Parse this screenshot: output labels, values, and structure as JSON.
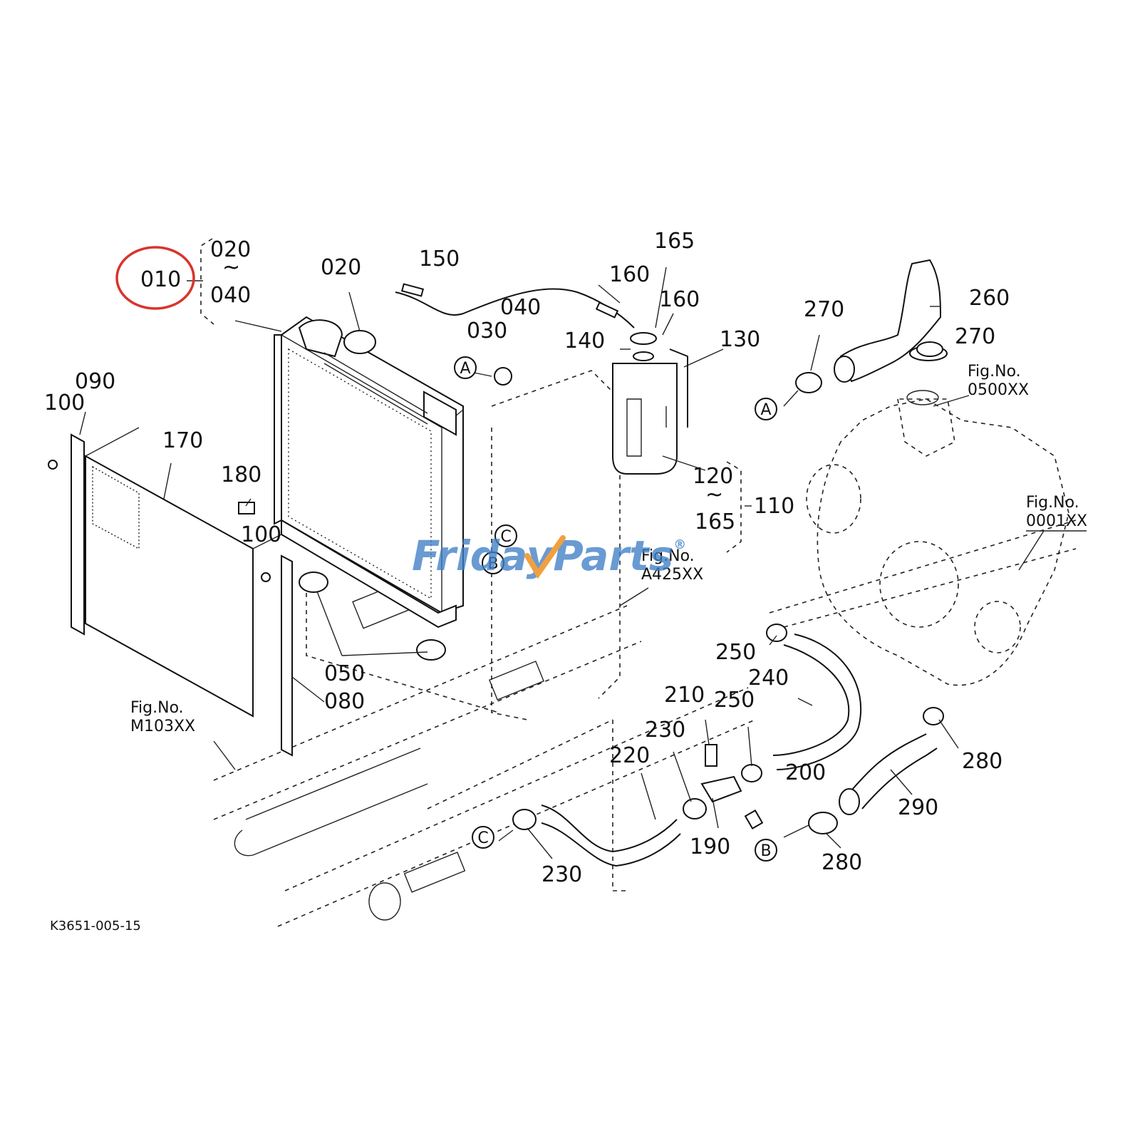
{
  "diagram_code": "K3651-005-15",
  "highlight_color": "#d9342b",
  "watermark": {
    "text_left": "Friday",
    "text_right": "Parts",
    "mark": "®",
    "color_text": "#3f7fc6",
    "color_accent": "#f0a040"
  },
  "callouts": {
    "c010": "010",
    "c020a": "020",
    "range_tilde": "~",
    "c040a": "040",
    "c020b": "020",
    "c150": "150",
    "c165": "165",
    "c160a": "160",
    "c160b": "160",
    "c040b": "040",
    "c030": "030",
    "c140": "140",
    "c130": "130",
    "c270a": "270",
    "c260": "260",
    "c270b": "270",
    "c090": "090",
    "c100a": "100",
    "c170": "170",
    "c180": "180",
    "c100b": "100",
    "c120": "120",
    "c165b": "165",
    "c110": "110",
    "c050": "050",
    "c080": "080",
    "c250a": "250",
    "c240": "240",
    "c210": "210",
    "c250b": "250",
    "c230a": "230",
    "c220": "220",
    "c200": "200",
    "c280a": "280",
    "c290": "290",
    "c190": "190",
    "c280b": "280",
    "c230b": "230"
  },
  "figure_refs": {
    "f1_title": "Fig.No.",
    "f1_num": "0500XX",
    "f2_title": "Fig.No.",
    "f2_num": "0001XX",
    "f3_title": "Fig.No.",
    "f3_num": "A425XX",
    "f4_title": "Fig.No.",
    "f4_num": "M103XX"
  },
  "connectors": {
    "a1": "A",
    "a2": "A",
    "b1": "B",
    "b2": "B",
    "c1": "C",
    "c2": "C"
  }
}
